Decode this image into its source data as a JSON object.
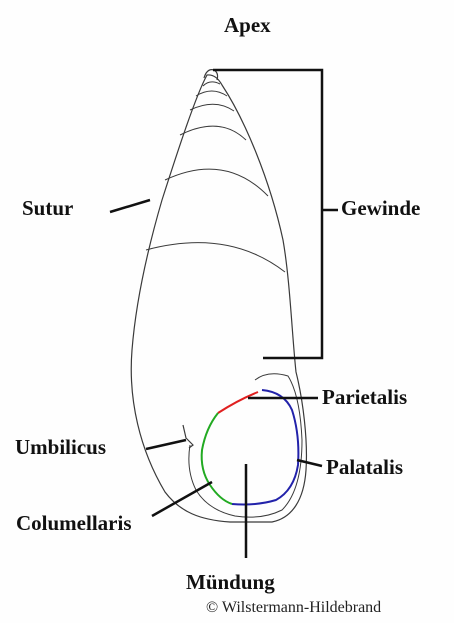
{
  "labels": {
    "apex": "Apex",
    "sutur": "Sutur",
    "gewinde": "Gewinde",
    "parietalis": "Parietalis",
    "umbilicus": "Umbilicus",
    "palatalis": "Palatalis",
    "columellaris": "Columellaris",
    "muendung": "Mündung"
  },
  "copyright": "© Wilstermann-Hildebrand",
  "colors": {
    "outline": "#3a3a3a",
    "leader": "#111111",
    "parietalis": "#e02020",
    "palatalis": "#2222aa",
    "columellaris": "#22aa22"
  }
}
